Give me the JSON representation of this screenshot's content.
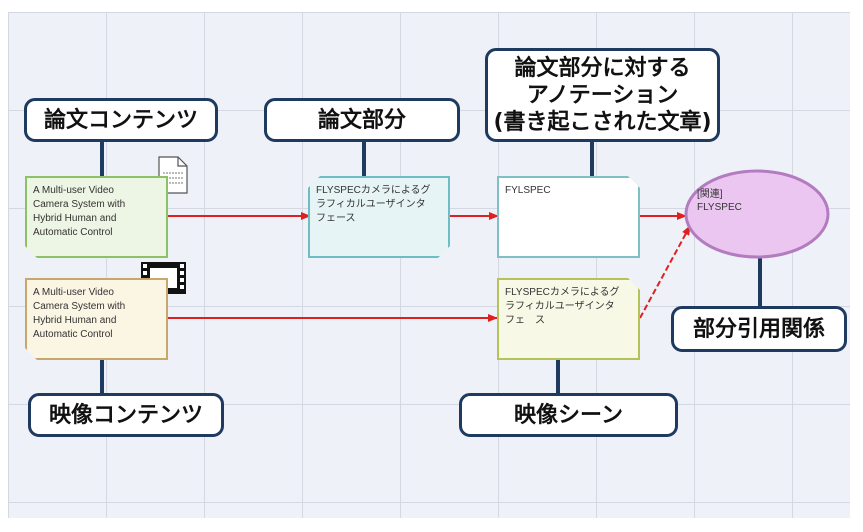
{
  "callouts": {
    "paper_content": "論文コンテンツ",
    "paper_part": "論文部分",
    "annotation": "論文部分に対する\nアノテーション\n(書き起こされた文章)",
    "video_content": "映像コンテンツ",
    "video_scene": "映像シーン",
    "partial_citation": "部分引用関係"
  },
  "nodes": {
    "paper_node_text": "A Multi-user Video\nCamera System with\nHybrid Human and\nAutomatic Control",
    "video_node_text": "A Multi-user Video\nCamera System with\nHybrid Human and\nAutomatic Control",
    "paper_part_text": "FLYSPECカメラによるグ\nラフィカルユーザインタ\nフェース",
    "annotation_text": "FYLSPEC",
    "video_scene_text": "FLYSPECカメラによるグ\nラフィカルユーザインタ\nフェ　ス",
    "relation_text": "[関連]\nFLYSPEC"
  },
  "icons": [
    "document-icon",
    "film-strip-icon"
  ],
  "colors": {
    "arrow": "#e02020",
    "connector": "#1f3a5f",
    "paper_border": "#8cc265",
    "video_border": "#c9a66b",
    "part_border": "#6cbec4",
    "scene_border": "#b5c25a",
    "ellipse_border": "#b47cc0",
    "ellipse_fill": "#ebc6f0"
  }
}
